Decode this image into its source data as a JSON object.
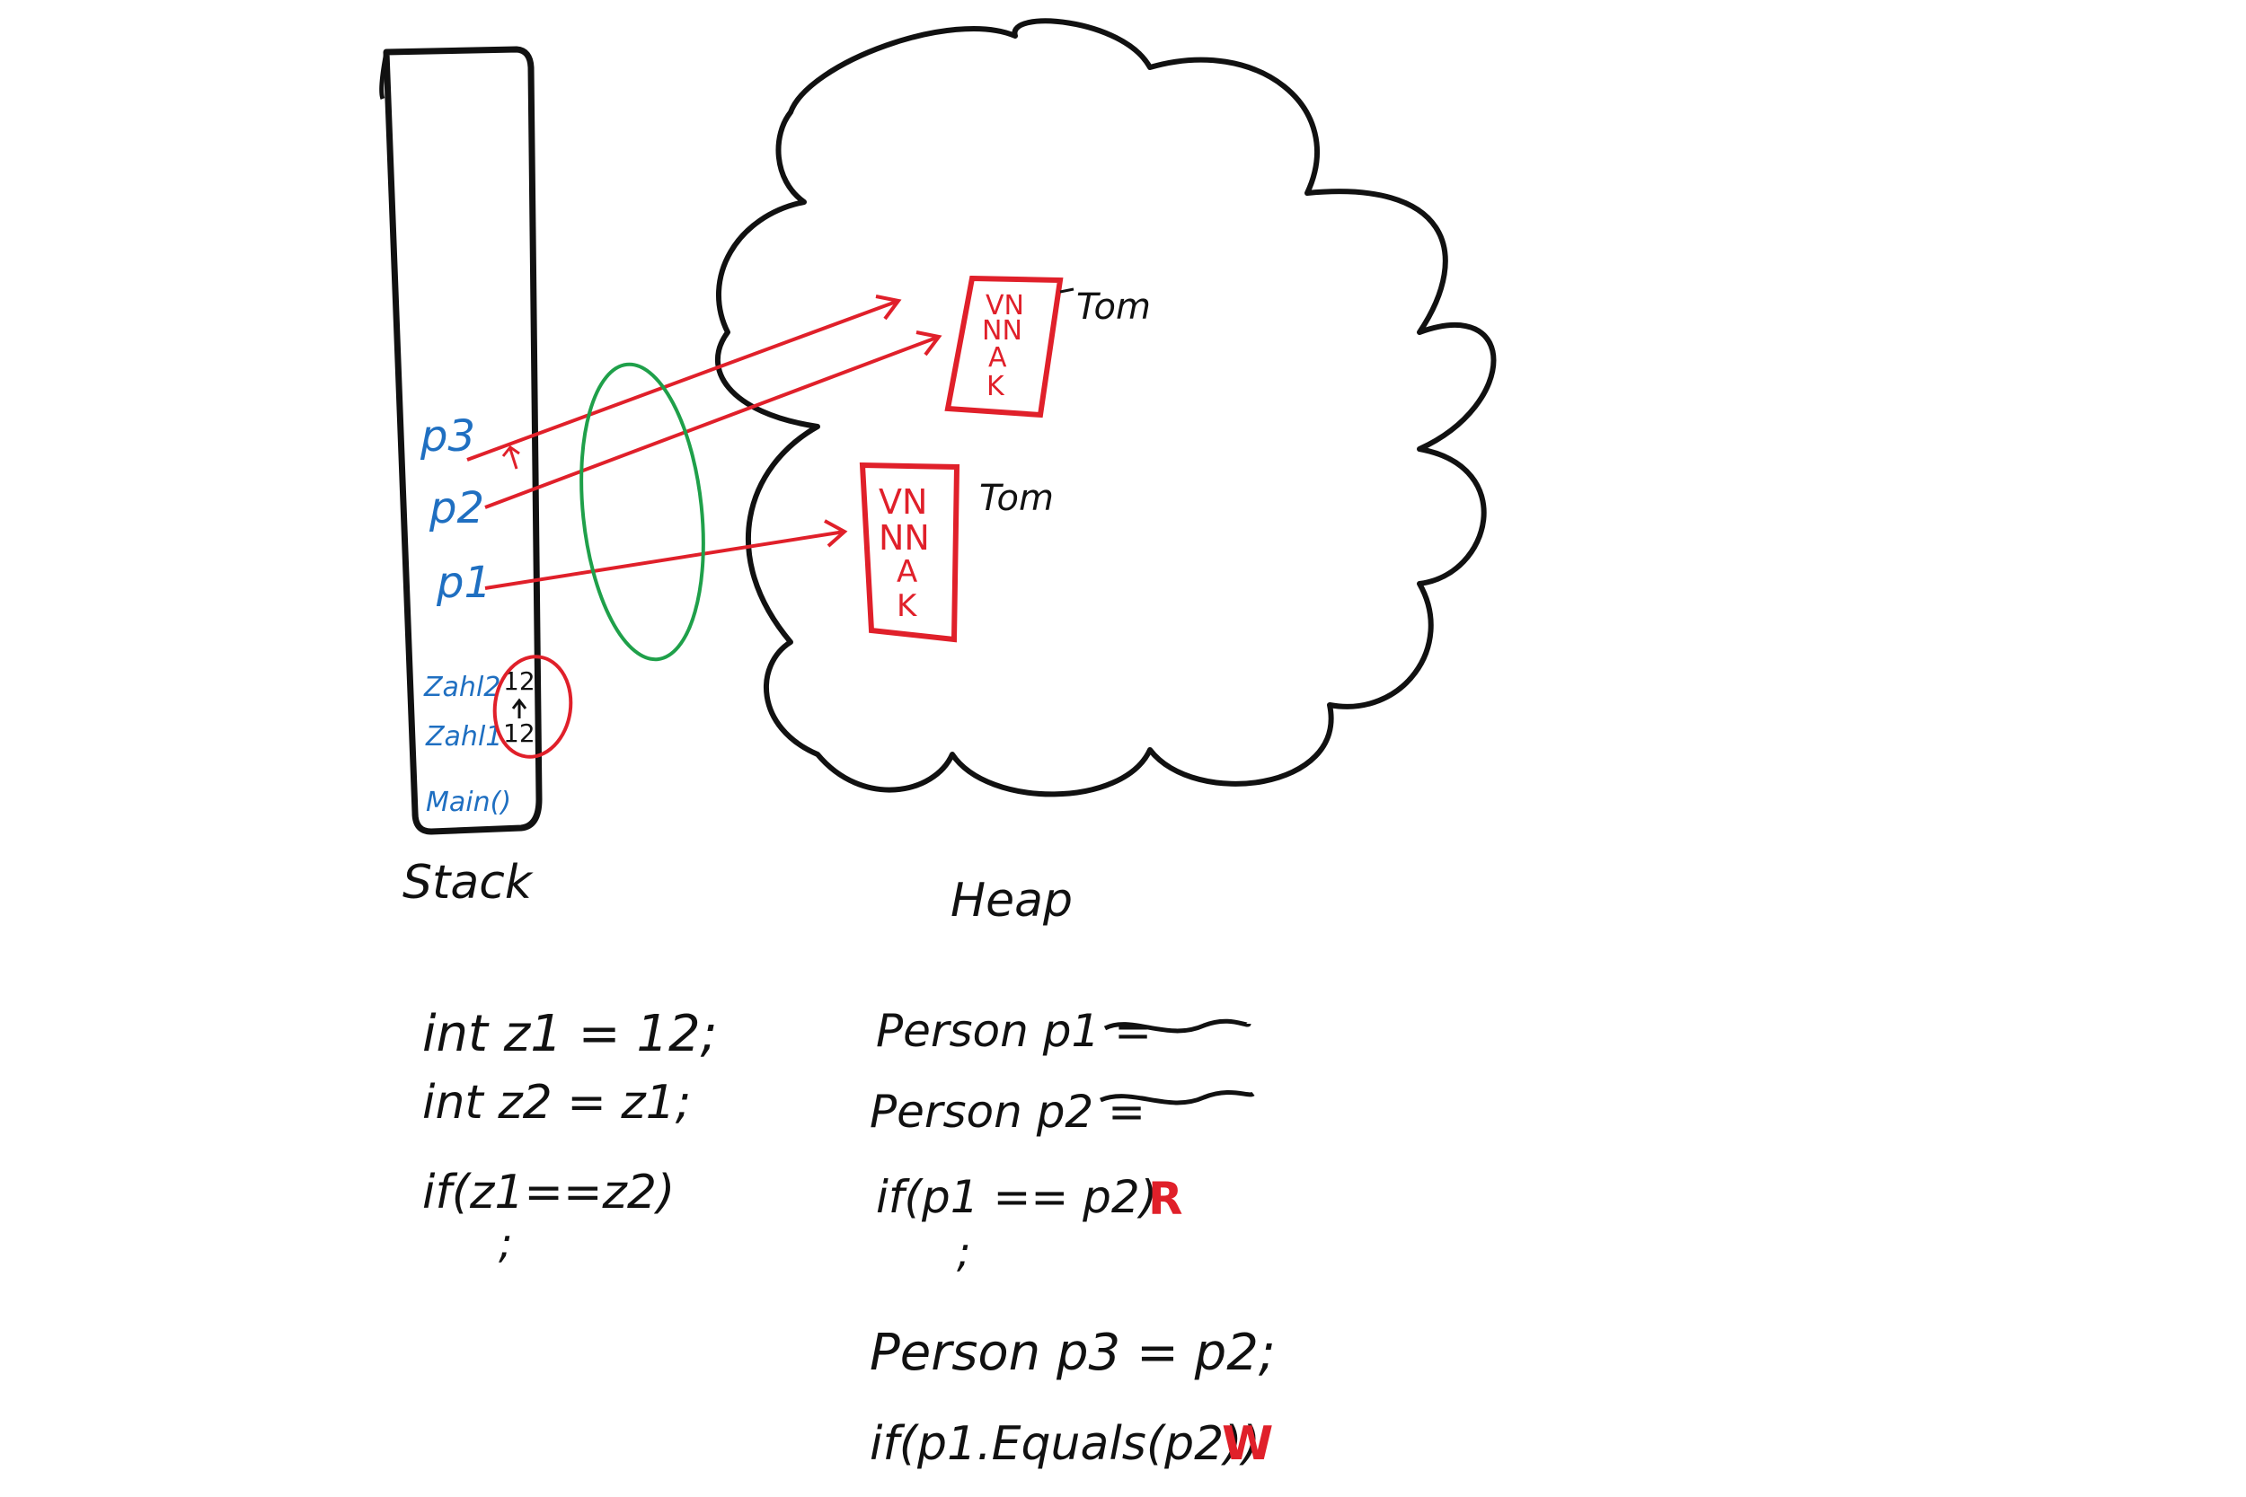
{
  "colors": {
    "black": "#111111",
    "blue": "#1f6fc1",
    "red": "#e0202a",
    "green": "#1fa04a"
  },
  "stack": {
    "title": "Stack",
    "vars": [
      "p3",
      "p2",
      "p1",
      "Zahl2",
      "Zahl1",
      "Main()"
    ],
    "values": [
      "12",
      "12"
    ]
  },
  "heap": {
    "title": "Heap",
    "objects": [
      {
        "fields": [
          "VN",
          "NN",
          "A",
          "K"
        ],
        "name": "Tom"
      },
      {
        "fields": [
          "VN",
          "NN",
          "A",
          "K"
        ],
        "name": "Tom"
      }
    ]
  },
  "code_left": [
    "int z1 = 12;",
    "int z2 = z1;",
    "if(z1==z2)",
    ";"
  ],
  "code_right": {
    "lines": [
      "Person p1 =",
      "Person p2 =",
      "if(p1 == p2)",
      ";",
      "Person p3 = p2;",
      "if(p1.Equals(p2))"
    ],
    "marks": [
      "R",
      "W"
    ]
  }
}
